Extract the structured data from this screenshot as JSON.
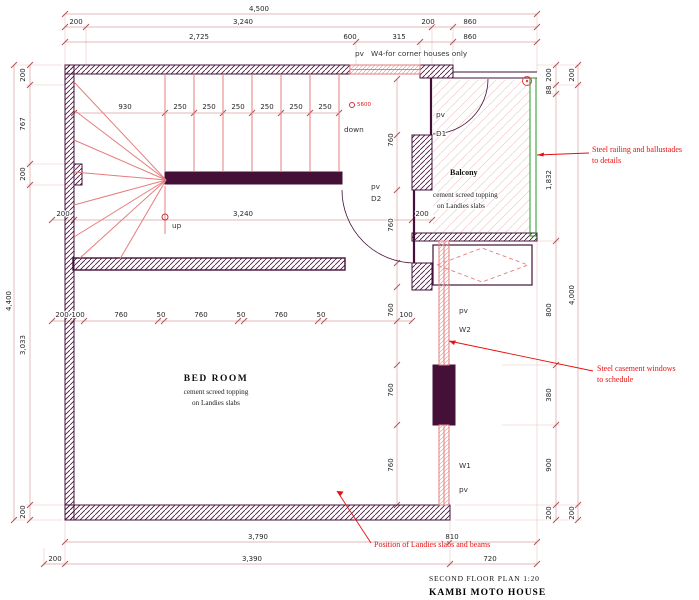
{
  "title": {
    "plan": "SECOND FLOOR PLAN 1:20",
    "house": "KAMBI MOTO HOUSE"
  },
  "colors": {
    "wall": "#441038",
    "stair_pink": "#e57d7d",
    "dimension_line": "#d9a0a0",
    "annotation_red": "#e81010",
    "railing_green": "#1f9e1f",
    "text": "#262626"
  },
  "dims": {
    "top_a": "4,500",
    "top_b": [
      "200",
      "3,240",
      "200",
      "860"
    ],
    "top_c": [
      "2,725",
      "600",
      "315",
      "860"
    ],
    "w4_note": "W4-for corner houses only",
    "left_outer": "4,400",
    "left_inner": [
      "200",
      "767",
      "200",
      "3,033",
      "200"
    ],
    "right_inner": [
      "200",
      "88",
      "1,832",
      "800",
      "380",
      "900",
      "200"
    ],
    "right_outer": [
      "200",
      "4,000",
      "200"
    ],
    "bottom_a": [
      "3,790",
      "810"
    ],
    "bottom_b": [
      "200",
      "3,390",
      "720"
    ],
    "stair_width": "930",
    "treads": [
      "250",
      "250",
      "250",
      "250",
      "250",
      "250"
    ],
    "hall_width": "3,240",
    "hall_left": "200",
    "wall_thickness": "200",
    "vchain": [
      "760",
      "760",
      "760",
      "760",
      "760"
    ],
    "vchain_end": "100",
    "mid_chain": [
      "200",
      "100",
      "760",
      "50",
      "760",
      "50",
      "760",
      "50"
    ]
  },
  "labels": {
    "pv": "pv",
    "d1": "D1",
    "d2": "D2",
    "w1": "W1",
    "w2": "W2",
    "down": "down",
    "up": "up",
    "ref": "5600",
    "balcony": "Balcony",
    "bedroom": "BED ROOM",
    "screed_1": "cement screed topping",
    "screed_2": "on Landies slabs"
  },
  "annotations": {
    "railing": [
      "Steel railing and ballustades",
      "to details"
    ],
    "windows": [
      "Steel casement windows",
      "to schedule"
    ],
    "slabs": "Position of Landies slabs and beams"
  }
}
